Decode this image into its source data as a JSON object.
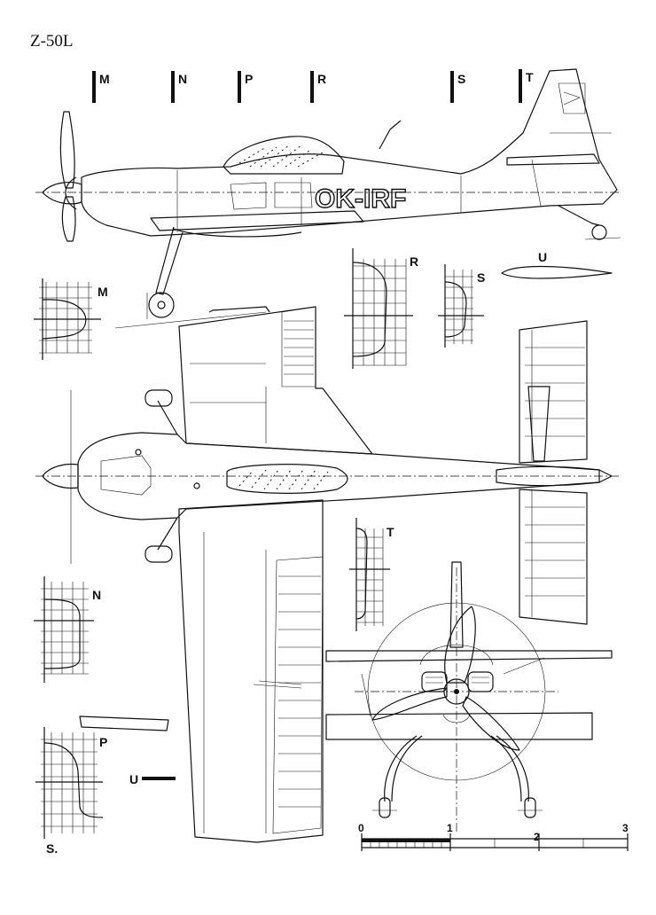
{
  "title": "Z-50L",
  "registration": "OK-IRF",
  "section_markers": [
    "M",
    "N",
    "P",
    "R",
    "S",
    "T"
  ],
  "section_panels": {
    "M": "M",
    "N": "N",
    "P": "P",
    "R": "R",
    "S": "S",
    "T": "T",
    "U": "U"
  },
  "airfoil_label": "U",
  "profile_label": "U",
  "s_label": "S.",
  "scale": {
    "ticks": [
      "0",
      "1",
      "2",
      "3"
    ]
  }
}
